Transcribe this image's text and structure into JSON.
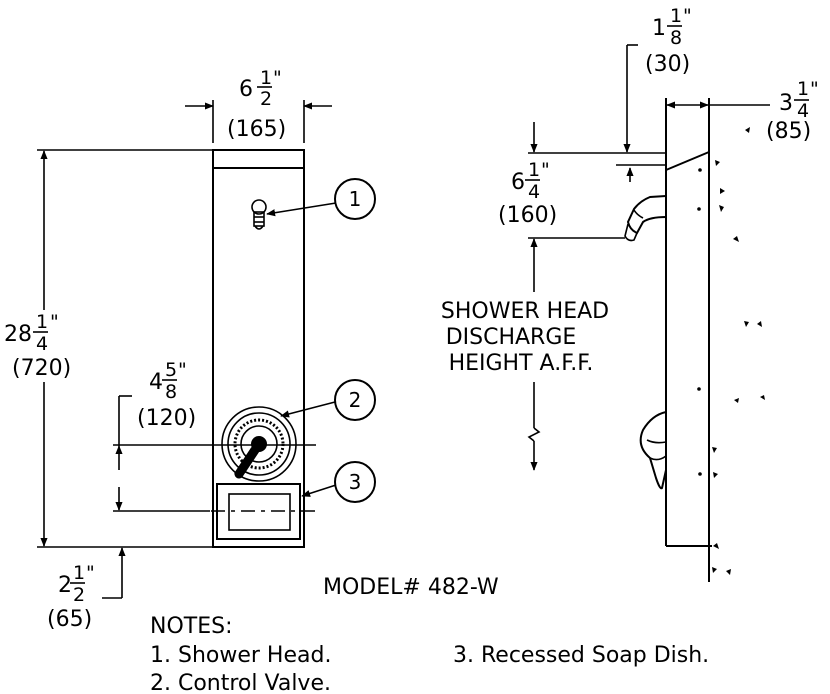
{
  "dimensions": {
    "front_width": {
      "whole": "6",
      "num": "1",
      "den": "2",
      "mark": "\"",
      "metric": "(165)"
    },
    "front_height": {
      "whole": "28",
      "num": "1",
      "den": "4",
      "mark": "\"",
      "metric": "(720)"
    },
    "valve_to_dish": {
      "whole": "4",
      "num": "5",
      "den": "8",
      "mark": "\"",
      "metric": "(120)"
    },
    "bottom_offset": {
      "whole": "2",
      "num": "1",
      "den": "2",
      "mark": "\"",
      "metric": "(65)"
    },
    "top_offset": {
      "whole": "1",
      "num": "1",
      "den": "8",
      "mark": "\"",
      "metric": "(30)"
    },
    "side_depth": {
      "whole": "3",
      "num": "1",
      "den": "4",
      "mark": "\"",
      "metric": "(85)"
    },
    "head_drop": {
      "whole": "6",
      "num": "1",
      "den": "4",
      "mark": "\"",
      "metric": "(160)"
    }
  },
  "callouts": {
    "one": "1",
    "two": "2",
    "three": "3"
  },
  "shower_label": {
    "line1": "SHOWER HEAD",
    "line2": "DISCHARGE",
    "line3": "HEIGHT A.F.F."
  },
  "model": "MODEL# 482-W",
  "notes": {
    "title": "NOTES:",
    "item1": "1. Shower Head.",
    "item2": "2. Control Valve.",
    "item3": "3. Recessed Soap Dish."
  }
}
